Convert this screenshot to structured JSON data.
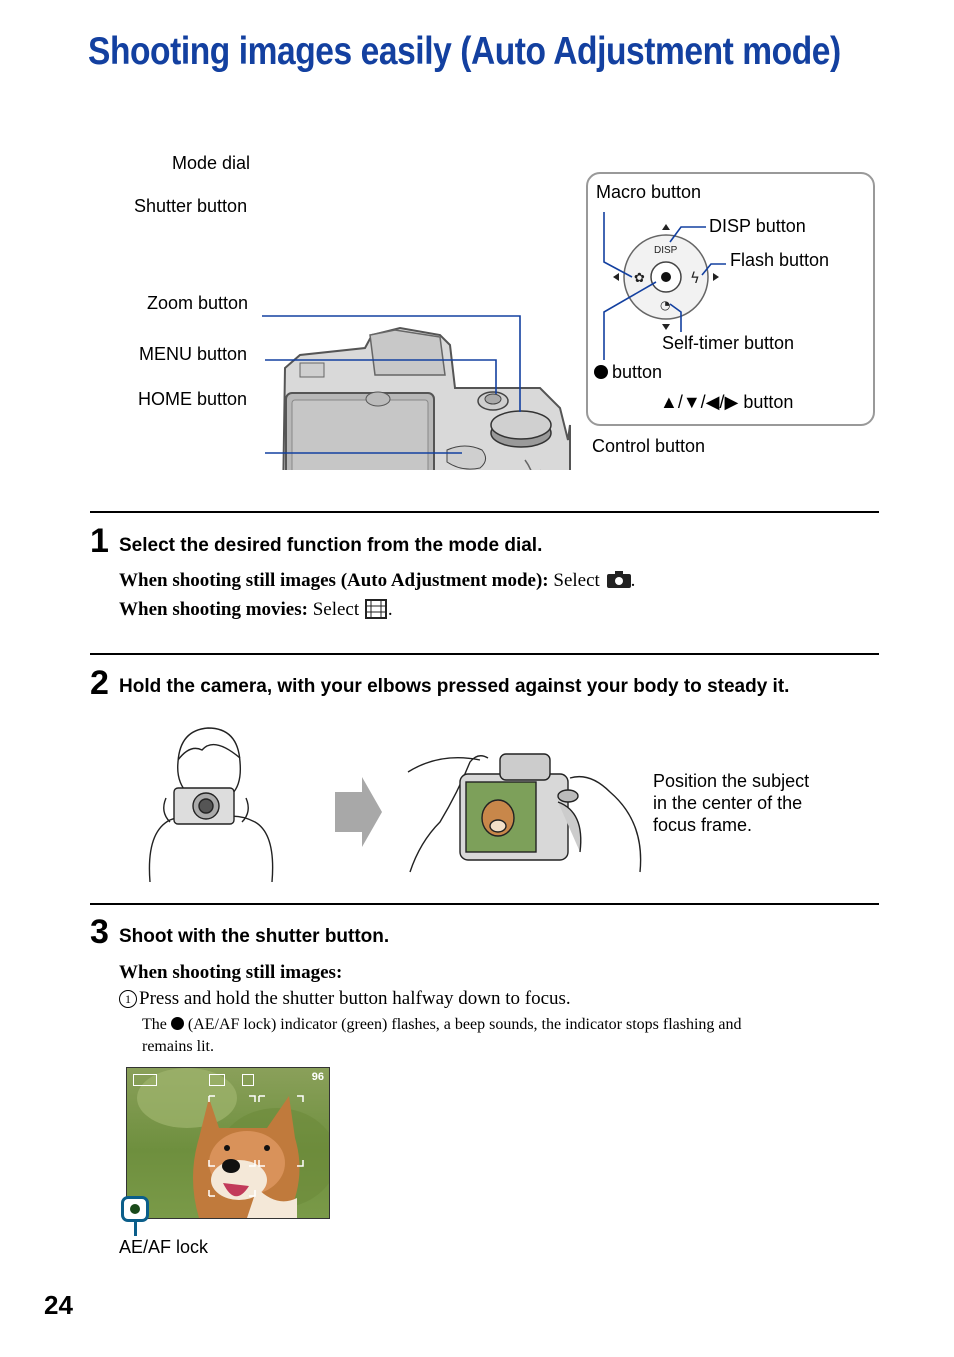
{
  "title": "Shooting images easily (Auto Adjustment mode)",
  "diagram": {
    "left_labels": [
      "Mode dial",
      "Shutter button",
      "Zoom button",
      "MENU button",
      "HOME button"
    ],
    "control_button_label": "Control button",
    "inset_labels": {
      "macro": "Macro button",
      "disp": "DISP button",
      "flash": "Flash button",
      "self_timer": "Self-timer button",
      "dot_button": "button",
      "arrows_button": "▲/▼/◀/▶ button",
      "disp_text": "DISP"
    }
  },
  "step1": {
    "number": "1",
    "heading": "Select the desired function from the mode dial.",
    "line1_bold": "When shooting still images (Auto Adjustment mode):",
    "line1_rest": "Select",
    "line2_bold": "When shooting movies:",
    "line2_rest": "Select"
  },
  "step2": {
    "number": "2",
    "heading": "Hold the camera, with your elbows pressed against your body to steady it.",
    "caption": [
      "Position the subject",
      "in the center of the",
      "focus frame."
    ]
  },
  "step3": {
    "number": "3",
    "heading": "Shoot with the shutter button.",
    "subhead": "When shooting still images:",
    "item_marker": "1",
    "item_text": "Press and hold the shutter button halfway down to focus.",
    "note_prefix": "The",
    "note_line1": "(AE/AF lock) indicator (green) flashes, a beep sounds, the indicator stops flashing and",
    "note_line2": "remains lit.",
    "screen_count": "96",
    "indicator_label": "AE/AF lock"
  },
  "page_number": "24",
  "colors": {
    "title": "#1340a0",
    "leader": "#1340a0",
    "indicator": "#0b5e8a"
  }
}
